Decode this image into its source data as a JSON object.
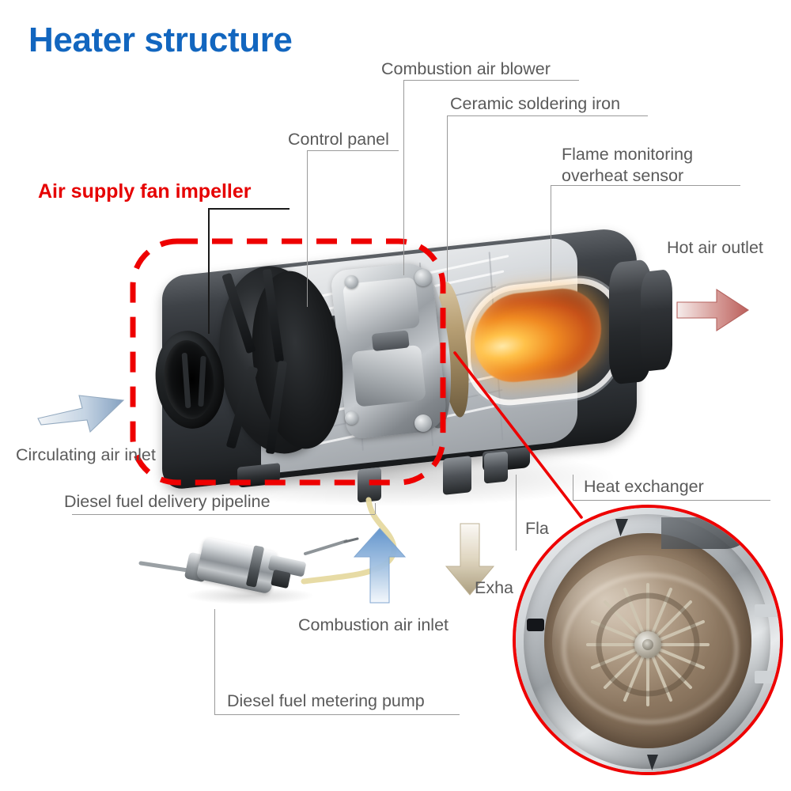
{
  "title": "Heater structure",
  "colors": {
    "title_blue": "#1266bf",
    "highlight_red": "#e60000",
    "dashed_red": "#ee0000",
    "label_grey": "#5a5a5a",
    "leader_grey": "#9a9a9a",
    "hot_air_arrow": "#c0605c",
    "cool_air_arrow": "#8aa8c8",
    "combustion_arrow": "#6f9bd1",
    "exhaust_arrow": "#bdae8e",
    "fuel_line": "#e6d9a0",
    "chamber_glow": "#f08a22"
  },
  "highlight": {
    "label": "Air supply fan impeller",
    "box_style": "red-dashed-rounded-rectangle"
  },
  "callouts": [
    {
      "id": "combustion-air-blower",
      "label": "Combustion air blower"
    },
    {
      "id": "ceramic-soldering-iron",
      "label": "Ceramic soldering iron"
    },
    {
      "id": "control-panel",
      "label": "Control panel"
    },
    {
      "id": "flame-monitoring-overheat-sensor",
      "label_line1": "Flame monitoring",
      "label_line2": "overheat sensor"
    },
    {
      "id": "hot-air-outlet",
      "label": "Hot air outlet"
    },
    {
      "id": "circulating-air-inlet",
      "label": "Circulating air inlet"
    },
    {
      "id": "diesel-fuel-delivery-pipeline",
      "label": "Diesel fuel delivery pipeline"
    },
    {
      "id": "combustion-air-inlet",
      "label": "Combustion air inlet"
    },
    {
      "id": "diesel-fuel-metering-pump",
      "label": "Diesel fuel metering pump"
    },
    {
      "id": "heat-exchanger",
      "label": "Heat exchanger"
    },
    {
      "id": "flame-tube",
      "label": "Fla"
    },
    {
      "id": "exhaust",
      "label": "Exha"
    }
  ],
  "arrows": {
    "hot_air_outlet": "right",
    "circulating_air_inlet": "right",
    "combustion_air_inlet": "up",
    "exhaust": "down"
  },
  "inset": {
    "name": "heat-exchanger-detail-magnifier",
    "shape": "circle",
    "border_color": "#ee0000",
    "subject": "combustion chamber with radial fan blades"
  },
  "parts": {
    "impeller": "air supply fan impeller",
    "motor_housing": "aluminium blower motor housing",
    "chamber": "glowing combustion chamber",
    "pump": "diesel fuel metering pump"
  }
}
